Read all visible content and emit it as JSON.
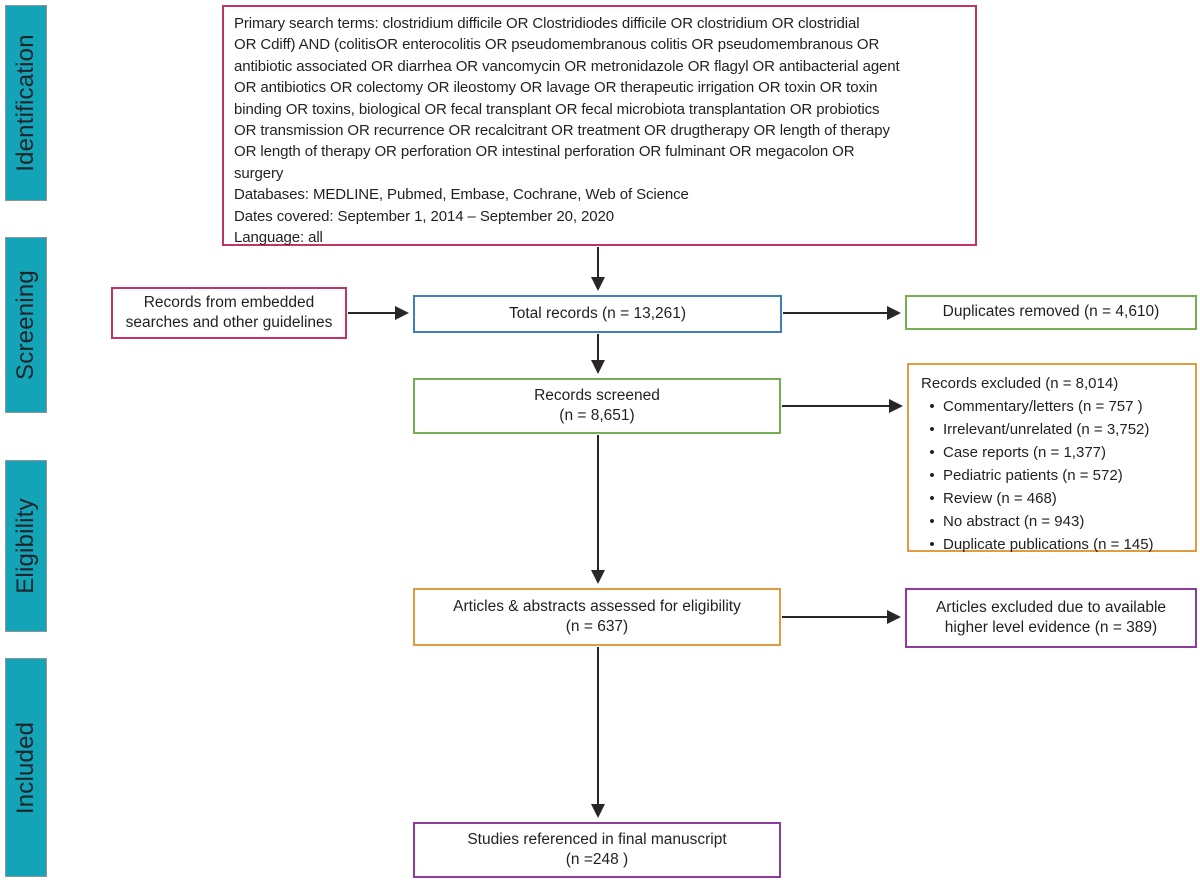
{
  "palette": {
    "sidebar_fill": "#13a4b8",
    "pink": "#c43366",
    "blue": "#3f7fc1",
    "green": "#76ae53",
    "orange": "#e09c40",
    "purple": "#8e3a9e",
    "arrow": "#2a2627"
  },
  "sidebar": {
    "stages": [
      {
        "label": "Identification"
      },
      {
        "label": "Screening"
      },
      {
        "label": "Eligibility"
      },
      {
        "label": "Included"
      }
    ]
  },
  "search_box": {
    "text": "Primary search terms: clostridium difficile OR Clostridiodes difficile OR clostridium OR clostridial\nOR Cdiff) AND (colitisOR enterocolitis OR pseudomembranous colitis OR pseudomembranous OR\nantibiotic associated OR diarrhea OR vancomycin OR metronidazole OR flagyl OR antibacterial agent\nOR antibiotics OR colectomy OR ileostomy OR lavage OR therapeutic irrigation OR toxin OR toxin\nbinding OR toxins, biological OR fecal transplant OR fecal microbiota transplantation OR probiotics\nOR transmission OR recurrence OR recalcitrant OR treatment OR drugtherapy OR length of therapy\nOR length of therapy OR perforation OR intestinal perforation OR fulminant OR megacolon OR\nsurgery\nDatabases: MEDLINE, Pubmed, Embase, Cochrane, Web of Science\nDates covered: September 1, 2014 – September 20, 2020\nLanguage: all"
  },
  "flow": {
    "embedded_searches": {
      "label": "Records from embedded\nsearches and other guidelines"
    },
    "total_records": {
      "label": "Total records (n = 13,261)"
    },
    "duplicates_removed": {
      "label": "Duplicates removed (n = 4,610)"
    },
    "records_screened": {
      "label": "Records screened\n(n = 8,651)"
    },
    "records_excluded": {
      "title": "Records excluded (n = 8,014)",
      "items": [
        "Commentary/letters (n = 757 )",
        "Irrelevant/unrelated (n = 3,752)",
        "Case reports (n = 1,377)",
        "Pediatric patients (n = 572)",
        "Review (n = 468)",
        "No abstract (n = 943)",
        "Duplicate publications (n = 145)"
      ]
    },
    "articles_assessed": {
      "label": "Articles & abstracts assessed for eligibility\n(n = 637)"
    },
    "articles_excluded": {
      "label": "Articles excluded due to available\nhigher level evidence (n = 389)"
    },
    "studies_referenced": {
      "label": "Studies referenced in final manuscript\n(n =248 )"
    }
  }
}
